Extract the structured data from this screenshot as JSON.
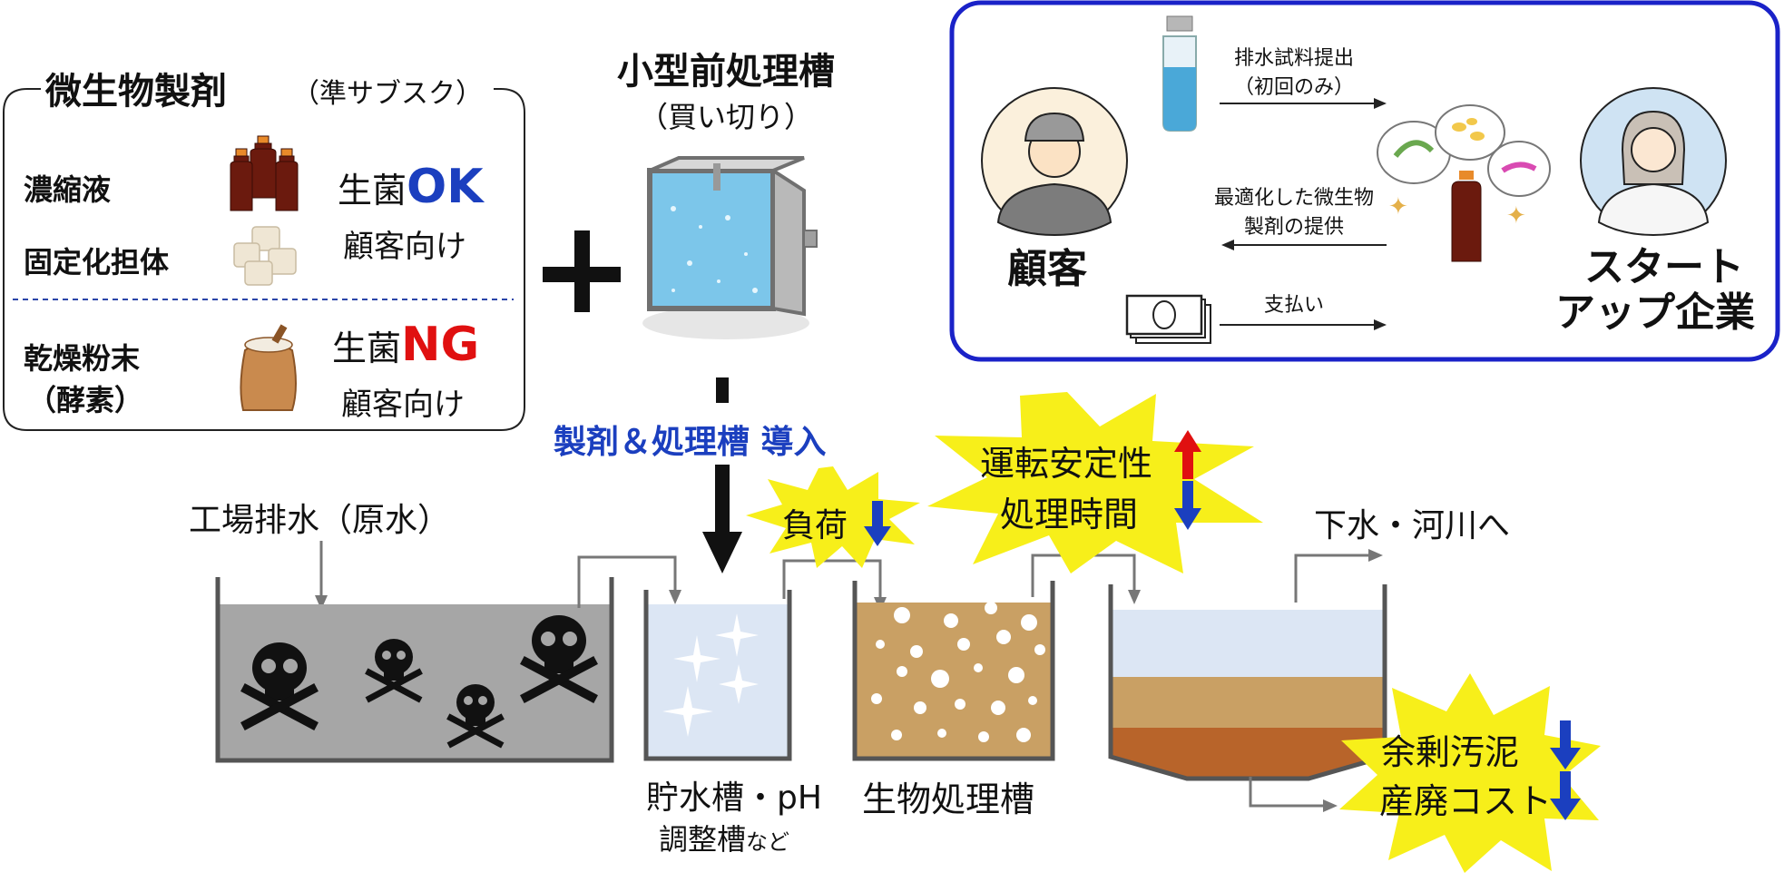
{
  "product_panel": {
    "title": "微生物製剤",
    "subtitle": "（準サブスク）",
    "items": [
      {
        "label": "濃縮液"
      },
      {
        "label": "固定化担体"
      },
      {
        "label_line1": "乾燥粉末",
        "label_line2": "（酵素）"
      }
    ],
    "ok_group": {
      "prefix": "生菌",
      "status": "OK",
      "audience": "顧客向け",
      "status_color": "#1b3fbf"
    },
    "ng_group": {
      "prefix": "生菌",
      "status": "NG",
      "audience": "顧客向け",
      "status_color": "#e01010"
    }
  },
  "plus_sign": "+",
  "tank_product": {
    "title": "小型前処理槽",
    "subtitle": "（買い切り）"
  },
  "introduction_label": "製剤＆処理槽 導入",
  "business_panel": {
    "customer": "顧客",
    "startup_line1": "スタート",
    "startup_line2": "アップ企業",
    "flow1_line1": "排水試料提出",
    "flow1_line2": "（初回のみ）",
    "flow2_line1": "最適化した微生物",
    "flow2_line2": "製剤の提供",
    "flow3": "支払い",
    "border_color": "#1a22c8"
  },
  "process": {
    "raw_water": "工場排水（原水）",
    "discharge": "下水・河川へ",
    "storage_line1": "貯水槽・pH",
    "storage_line2a": "調整槽",
    "storage_line2b": "など",
    "bio_tank": "生物処理槽"
  },
  "effects": {
    "load": {
      "label": "負荷",
      "direction": "down"
    },
    "stability": {
      "label": "運転安定性",
      "direction": "up"
    },
    "time": {
      "label": "処理時間",
      "direction": "down"
    },
    "sludge": {
      "label": "余剰汚泥",
      "direction": "down"
    },
    "cost": {
      "label": "産廃コスト",
      "direction": "down"
    }
  },
  "colors": {
    "up_arrow": "#e01010",
    "down_arrow": "#1b3fbf",
    "starburst": "#f7ef1a",
    "raw_water": "#a6a6a6",
    "bio_liquid": "#c9a064",
    "sludge_brown": "#b8642a"
  }
}
